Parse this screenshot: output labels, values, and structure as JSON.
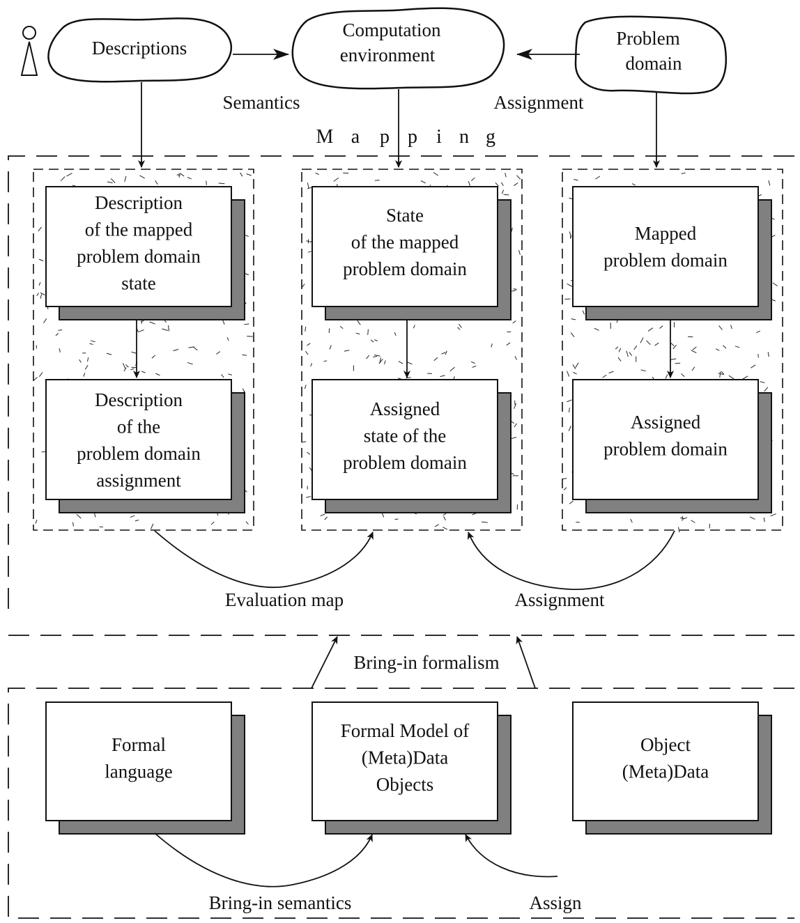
{
  "clouds": {
    "descriptions": "Descriptions",
    "computation_line1": "Computation",
    "computation_line2": "environment",
    "problem_line1": "Problem",
    "problem_line2": "domain"
  },
  "labels": {
    "semantics": "Semantics",
    "assignment_top": "Assignment",
    "mapping_letters": [
      "M",
      "a",
      "p",
      "p",
      "i",
      "n",
      "g"
    ],
    "evaluation_map": "Evaluation map",
    "assignment_mid": "Assignment",
    "bring_in_formalism": "Bring-in formalism",
    "bring_in_semantics": "Bring-in semantics",
    "assign": "Assign"
  },
  "boxes": {
    "b1": [
      "Description",
      "of the mapped",
      "problem domain",
      "state"
    ],
    "b2": [
      "State",
      "of the mapped",
      "problem domain"
    ],
    "b3": [
      "Mapped",
      "problem domain"
    ],
    "b4": [
      "Description",
      "of the",
      "problem domain",
      "assignment"
    ],
    "b5": [
      "Assigned",
      "state of the",
      "problem domain"
    ],
    "b6": [
      "Assigned",
      "problem domain"
    ],
    "b7": [
      "Formal",
      "language"
    ],
    "b8": [
      "Formal Model of",
      "(Meta)Data",
      "Objects"
    ],
    "b9": [
      "Object",
      "(Meta)Data"
    ]
  },
  "colors": {
    "shadow": "#808080",
    "ink": "#111111",
    "background": "#ffffff"
  },
  "icons": {
    "actor": "person-icon"
  }
}
